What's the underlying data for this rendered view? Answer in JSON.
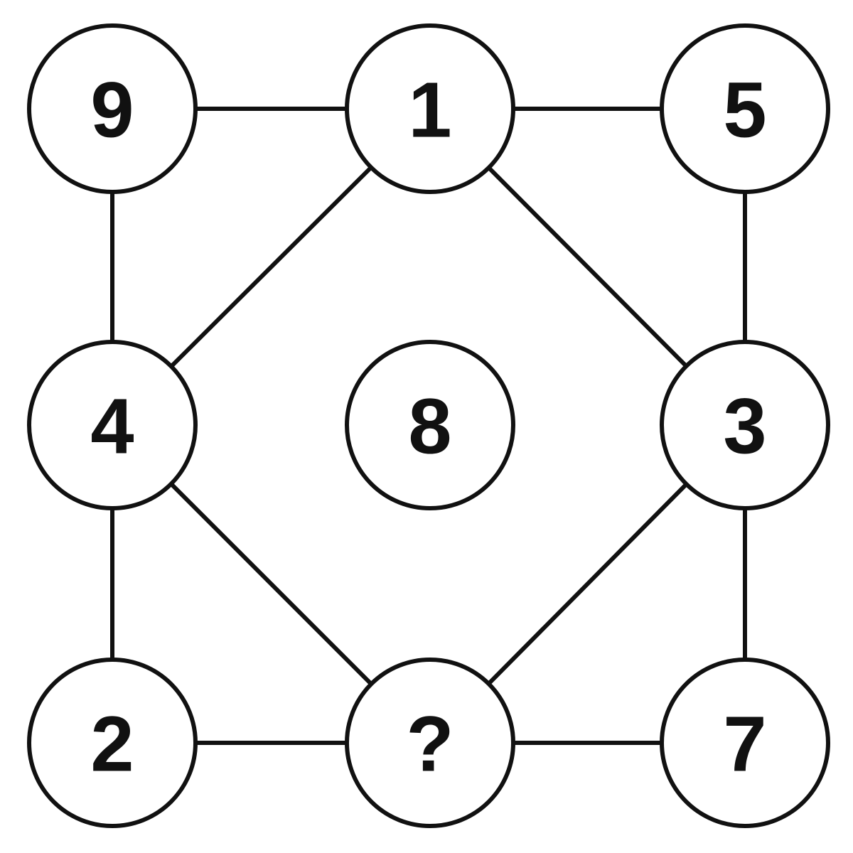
{
  "puzzle": {
    "nodes": [
      {
        "id": "top-left",
        "label": "9"
      },
      {
        "id": "top-center",
        "label": "1"
      },
      {
        "id": "top-right",
        "label": "5"
      },
      {
        "id": "middle-left",
        "label": "4"
      },
      {
        "id": "center",
        "label": "8"
      },
      {
        "id": "middle-right",
        "label": "3"
      },
      {
        "id": "bottom-left",
        "label": "2"
      },
      {
        "id": "bottom-center",
        "label": "?"
      },
      {
        "id": "bottom-right",
        "label": "7"
      }
    ],
    "edges": [
      [
        "top-left",
        "top-center"
      ],
      [
        "top-center",
        "top-right"
      ],
      [
        "top-left",
        "middle-left"
      ],
      [
        "top-right",
        "middle-right"
      ],
      [
        "middle-left",
        "bottom-left"
      ],
      [
        "middle-right",
        "bottom-right"
      ],
      [
        "bottom-left",
        "bottom-center"
      ],
      [
        "bottom-center",
        "bottom-right"
      ],
      [
        "top-center",
        "middle-left"
      ],
      [
        "top-center",
        "middle-right"
      ],
      [
        "middle-left",
        "bottom-center"
      ],
      [
        "middle-right",
        "bottom-center"
      ]
    ]
  }
}
